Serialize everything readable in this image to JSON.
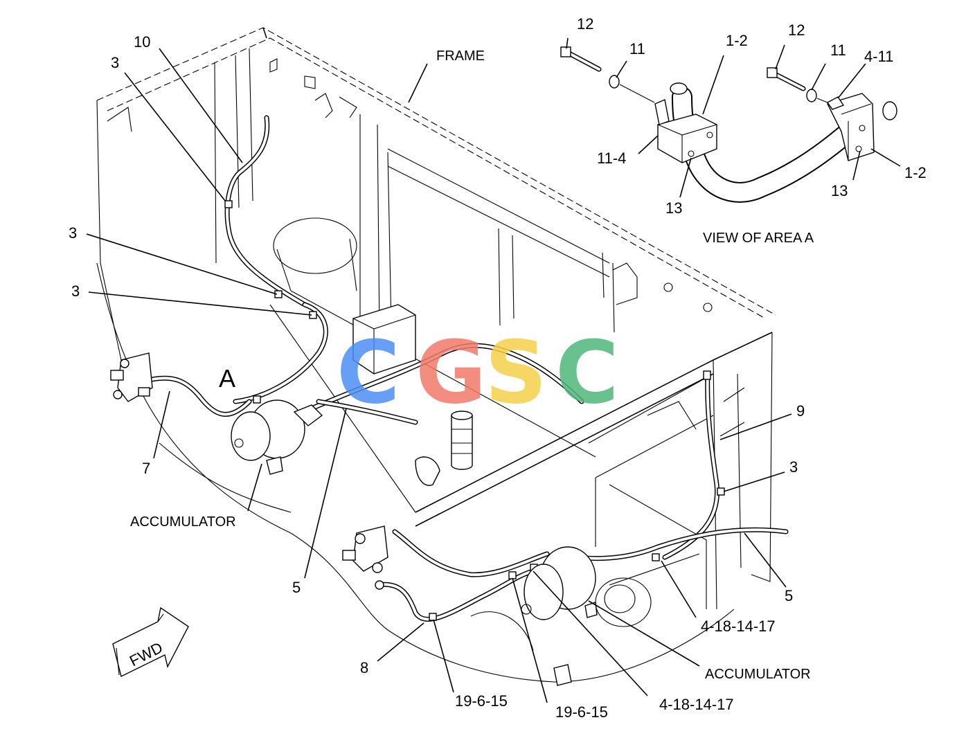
{
  "labels": {
    "frame": "FRAME",
    "view_of_area_a": "VIEW OF AREA  A",
    "area_a": "A",
    "accumulator_left": "ACCUMULATOR",
    "accumulator_right": "ACCUMULATOR",
    "fwd": "FWD",
    "callouts": [
      "10",
      "3",
      "3",
      "3",
      "7",
      "5",
      "9",
      "3",
      "5",
      "4-18-14-17",
      "4-18-14-17",
      "19-6-15",
      "19-6-15",
      "8",
      "12",
      "11",
      "1-2",
      "11-4",
      "13",
      "12",
      "11",
      "4-11",
      "1-2",
      "13"
    ]
  },
  "watermark": {
    "letters": [
      "C",
      "G",
      "S",
      "C"
    ],
    "colors": [
      "#4d8ef5",
      "#f07a6a",
      "#f5cf4a",
      "#4fb87a"
    ]
  }
}
